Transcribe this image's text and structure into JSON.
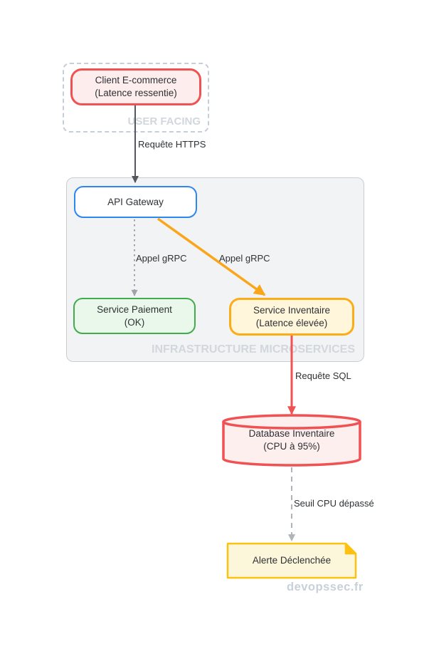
{
  "watermark": "devopssec.fr",
  "groups": {
    "user_facing": {
      "label": "USER FACING"
    },
    "infrastructure": {
      "label": "INFRASTRUCTURE MICROSERVICES"
    }
  },
  "nodes": {
    "client": {
      "label": "Client E-commerce\n(Latence ressentie)",
      "stroke": "#f05152",
      "fill": "#fdeeed"
    },
    "api_gateway": {
      "label": "API Gateway",
      "stroke": "#2c87f0",
      "fill": "#ffffff"
    },
    "service_paiement": {
      "label": "Service Paiement\n(OK)",
      "stroke": "#41ac4d",
      "fill": "#eaf7eb"
    },
    "service_inventaire": {
      "label": "Service Inventaire\n(Latence élevée)",
      "stroke": "#fbad18",
      "fill": "#fff6dc"
    },
    "database": {
      "label": "Database Inventaire\n(CPU à 95%)",
      "stroke": "#f05152",
      "fill": "#fdefee",
      "shape": "cylinder"
    },
    "alerte": {
      "label": "Alerte Déclenchée",
      "stroke": "#fec110",
      "fill": "#fcf7da",
      "shape": "note"
    }
  },
  "edges": {
    "https": {
      "label": "Requête HTTPS",
      "style": "solid",
      "color": "#54585e"
    },
    "grpc_paiement": {
      "label": "Appel gRPC",
      "style": "dotted",
      "color": "#9fa4aa"
    },
    "grpc_inventaire": {
      "label": "Appel gRPC",
      "style": "solid",
      "color": "#faa61a"
    },
    "sql": {
      "label": "Requête SQL",
      "style": "solid",
      "color": "#f05152"
    },
    "seuil": {
      "label": "Seuil CPU dépassé",
      "style": "dashed",
      "color": "#aeb4ba"
    }
  },
  "colors": {
    "group_fill": "#f2f3f5",
    "group_border": "#c9cdd2",
    "group_label": "#d2d7dd",
    "dashed_group_border": "#c6ceda",
    "text": "#2e3134",
    "watermark": "#c9d0da"
  }
}
